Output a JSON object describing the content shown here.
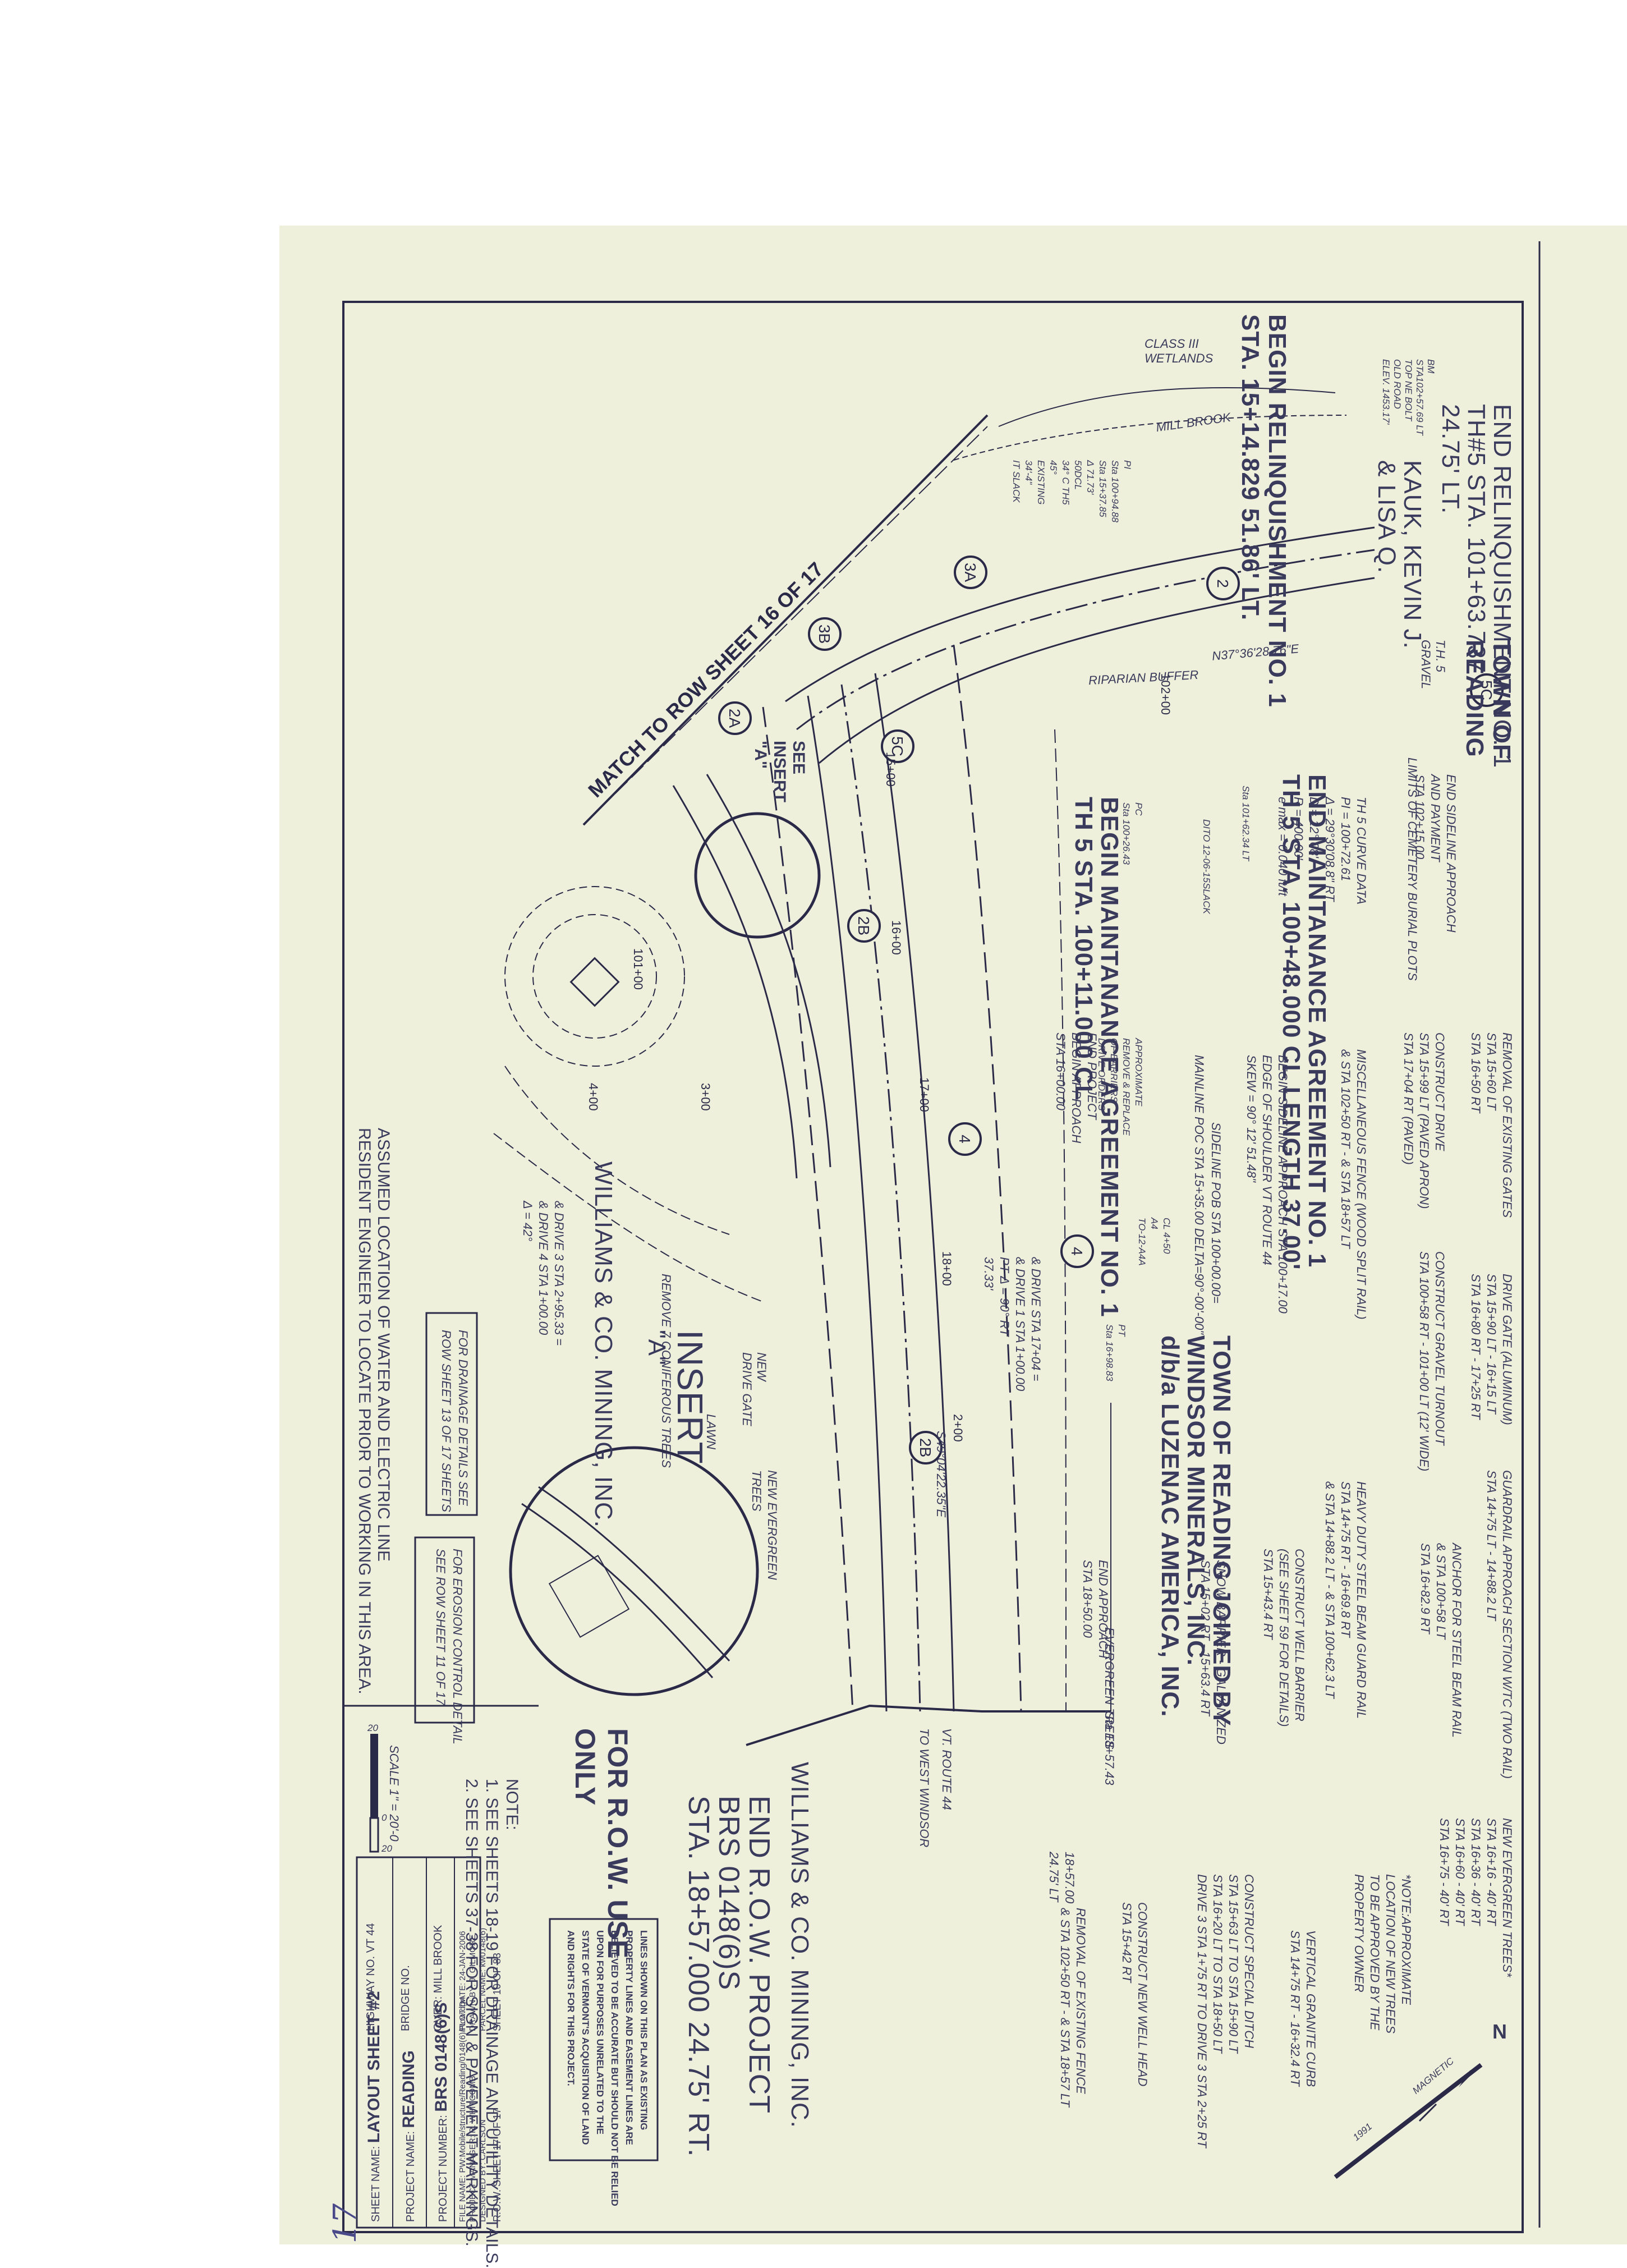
{
  "sheet": {
    "title_block": {
      "sheet_name_label": "SHEET NAME:",
      "sheet_name": "LAYOUT SHEET #2",
      "project_name_label": "PROJECT NAME:",
      "project_name": "READING",
      "project_number_label": "PROJECT NUMBER:",
      "project_number": "BRS 0148(6)S",
      "highway_no": "HIGHWAY NO.   VT 44",
      "bridge_no": "BRIDGE NO.",
      "over": "OVER: MILL BROOK",
      "file_name": "FILE NAME: PW:Mobile/structure/Reading/0148(6)/Row.dgn",
      "plot_date": "PLOT DATE: 24-JAN-2006",
      "project_manager": "PROJECT MANAGER: R. WHITCOMB",
      "drawn_by": "DRAWN BY: J. GILMORE",
      "designed_by": "DESIGNED BY:   CARLSON",
      "parcel_name": "PARCEL NAME: kw0148(6)",
      "row_sheet": "R.O.W. SHEET 17 OF 17",
      "sheet_of": "SHEET 10 OF 83"
    },
    "notes": {
      "label": "NOTE:",
      "items": [
        "1.  SEE SHEETS 18-19 FOR DRAINAGE AND UTILITY DETAILS.",
        "2.  SEE SHEETS 37-38 FOR SIGN & PAVEMENT MARKINGS."
      ]
    },
    "disclaimer": [
      "LINES SHOWN ON THIS PLAN AS EXISTING",
      "PROPERTY LINES AND EASEMENT LINES ARE",
      "BELIEVED TO BE ACCURATE BUT SHOULD NOT BE RELIED",
      "UPON FOR PURPOSES UNRELATED TO THE",
      "STATE OF VERMONT'S ACQUISITION OF LAND",
      "AND RIGHTS FOR THIS PROJECT."
    ],
    "for_row": "FOR R.O.W. USE ONLY",
    "scale": "SCALE 1\" = 20'-0",
    "scale_ticks": [
      "20",
      "0",
      "20"
    ],
    "north": "N",
    "magnetic": "MAGNETIC",
    "magnetic_year": "1991",
    "handwritten_page": "17",
    "end_project": [
      "END R.O.W. PROJECT",
      "BRS 0148(6)S",
      "STA. 18+57.000 24.75' RT."
    ],
    "begin_relinquishment": [
      "BEGIN RELINQUISHMENT NO. 1",
      "STA. 15+14.829   51.86' LT."
    ],
    "end_relinquishment": [
      "END RELINQUISHMENT NO. 1",
      "TH#5 STA. 101+63.737",
      "24.75' LT."
    ],
    "town_of_reading": [
      "TOWN OF",
      "READING"
    ],
    "begin_maintenance": [
      "BEGIN MAINTANANCE AGREEMENT NO. 1",
      "TH 5 STA. 100+11.000 CL"
    ],
    "end_maintenance": [
      "END MAINTANANCE AGREEMENT NO. 1",
      "TH 5 STA. 100+48.000 CL   LENGTH 37.00'"
    ],
    "match_line": "MATCH TO ROW SHEET 16 OF 17",
    "insert_a": [
      "INSERT",
      "\"A\""
    ],
    "see_insert": [
      "SEE",
      "INSERT",
      "\"A\""
    ],
    "owners": {
      "williams_1": [
        "WILLIAMS & CO. MINING, INC."
      ],
      "williams_2": [
        "WILLIAMS & CO. MINING, INC."
      ],
      "town_joined": [
        "TOWN OF READING JOINED BY",
        "WINDSOR MINERALS, INC.",
        "d/b/a LUZENAC AMERICA, INC."
      ],
      "kauk": [
        "KAUK, KEVIN J.",
        "& LISA Q."
      ]
    },
    "side_notes": {
      "th5_curve": [
        "TH 5 CURVE DATA",
        "PI = 100+72.61",
        "Δ = 29°30'08.8\" RT",
        "D = 12° 08'",
        "R = 400.00'",
        "e max = 0.040 ft/ft"
      ],
      "end_sideline": [
        "END SIDELINE APPROACH",
        "AND PAYMENT",
        "STA 102+15.00"
      ],
      "cemetery": "LIMITS OF CEMETERY BURIAL PLOTS",
      "removal_gates": [
        "REMOVAL OF EXISTING GATES",
        "STA 15+60 LT",
        "STA 16+50 RT"
      ],
      "construct_drive": [
        "CONSTRUCT DRIVE",
        "STA 15+99 LT (PAVED APRON)",
        "STA 17+04 RT (PAVED)"
      ],
      "misc_fence": [
        "MISCELLANEOUS FENCE (WOOD SPLIT RAIL)",
        "& STA 102+50 RT - & STA 18+57 LT"
      ],
      "drive_gate": [
        "DRIVE GATE (ALUMINUM)",
        "STA 15+90 LT - 16+15 LT",
        "STA 16+80 RT - 17+25 RT"
      ],
      "gravel_turnout": [
        "CONSTRUCT GRAVEL TURNOUT",
        "STA 100+58 RT - 101+00 LT (12' WIDE)"
      ],
      "guardrail": [
        "GUARDRAIL APPROACH SECTION W/TC (TWO RAIL)",
        "STA 14+75 LT - 14+88.2 LT"
      ],
      "anchor": [
        "ANCHOR FOR STEEL BEAM RAIL",
        "& STA 100+58 LT",
        "STA 16+82.9 RT"
      ],
      "heavy_duty": [
        "HEAVY DUTY STEEL BEAM GUARD RAIL",
        "STA 14+75 RT - 16+69.8 RT",
        "& STA 14+88.2 LT - & STA 100+62.3 LT"
      ],
      "well_barrier": [
        "CONSTRUCT WELL BARRIER",
        "(SEE SHEET 59 FOR DETAILS)",
        "STA 15+43.4 RT"
      ],
      "snow_barrier": [
        "SNOW BARRIER - GALVANIZED",
        "STA 15+02 RT - 15+63.4 RT"
      ],
      "sideline": [
        "BEGIN SIDELINE APPROACH STA 100+17.00",
        "EDGE OF SHOULDER VT ROUTE 44",
        "SKEW = 90° 12' 51.48\""
      ],
      "sideline_pob": "SIDELINE POB STA 100+00.00=",
      "mainline_poc": "MAINLINE POC STA 15+35.00 DELTA=90°-00'-00\"",
      "evergreen": [
        "NEW EVERGREEN TREES*",
        "STA 16+16 - 40' RT",
        "STA 16+36 - 40' RT",
        "STA 16+60 - 40' RT",
        "STA 16+75 - 40' RT"
      ],
      "approx_note": [
        "*NOTE:APPROXIMATE",
        "LOCATION OF NEW TREES",
        "TO BE APPROVED BY THE",
        "PROPERTY OWNER"
      ],
      "vertical_curb": [
        "VERTICAL GRANITE CURB",
        "STA 14+75 RT - 16+32.4 RT"
      ],
      "special_ditch": [
        "CONSTRUCT SPECIAL DITCH",
        "STA 15+63 LT TO STA 15+90 LT",
        "STA 16+20 LT TO STA 18+50 LT",
        "DRIVE 3 STA 1+75 RT TO DRIVE 3 STA 2+25 RT"
      ],
      "well_head": [
        "CONSTRUCT NEW WELL HEAD",
        "STA 15+42 RT"
      ],
      "removal_fence": [
        "REMOVAL OF EXISTING FENCE",
        "& STA 102+50 RT - & STA 18+57 LT"
      ],
      "water_line": [
        "ASSUMED LOCATION OF WATER AND ELECTRIC LINE",
        "RESIDENT ENGINEER TO LOCATE PRIOR TO WORKING IN THIS AREA."
      ],
      "drainage": [
        "FOR DRAINAGE DETAILS SEE",
        "ROW SHEET 13 OF 17 SHEETS"
      ],
      "erosion": [
        "FOR EROSION CONTROL DETAIL",
        "SEE ROW SHEET 11 OF 17"
      ],
      "drive3": [
        "& DRIVE 3 STA 2+95.33 =",
        "& DRIVE 4 STA 1+00.00",
        "Δ = 42°"
      ],
      "drive1": [
        "& DRIVE STA 17+04 =",
        "& DRIVE 1 STA 1+00.00",
        "PT Δ = 90° RT",
        "37.33'"
      ],
      "end_approach": [
        "END APPROACH",
        "STA 18+50.00"
      ],
      "end_project_small": [
        "END PROJECT",
        "BEGIN APPROACH",
        "STA 16+00.00"
      ],
      "evergreen_label": "EVERGREEN TREES",
      "to_west_windsor": "TO WEST WINDSOR",
      "vt_route": "VT. ROUTE 44",
      "sta_18_57_43": "Sta 18+57.43",
      "sta_18_57": [
        "18+57.00",
        "24.75' LT"
      ],
      "bearing": "S49°04'22.35\"E",
      "new_evergreen_trees": [
        "NEW EVERGREEN",
        "TREES"
      ],
      "wetlands": [
        "CLASS III",
        "WETLANDS"
      ],
      "mill_brook": "MILL BROOK",
      "riparian": "RIPARIAN BUFFER",
      "bearing_n": "N37°36'28.76\"E",
      "gravel": [
        "T.H. 5",
        "GRAVEL"
      ],
      "remove_conifers": "REMOVE 7 CONIFEROUS TREES",
      "new_drive_gate": [
        "NEW",
        "DRIVE GATE"
      ],
      "lawn": "LAWN",
      "bm": [
        "BM",
        "STA102+57.69 LT",
        "TOP NE BOLT",
        "OLD ROAD",
        "ELEV. 1453.17'"
      ],
      "sta_pi": [
        "PI",
        "Sta 100+94.88",
        "Sta 15+37.85",
        "Δ 71.73'",
        "50DCL",
        "34° C TH5",
        "45°",
        "EXISTING",
        "34'-4\"",
        "IT SLACK"
      ],
      "sta_pc": [
        "PC",
        "Sta 100+26.43"
      ],
      "sta_pt": [
        "PT",
        "Sta 16+98.83"
      ],
      "sta_pob": "Sta 101+62.34 LT",
      "dito": "DITO 12-06-15SLACK",
      "approx_lot": [
        "APPROXIMATE",
        "REMOVE & REPLACE",
        "OF BARRIERS",
        "DRIVE ORDERS"
      ],
      "cl_4": [
        "CL 4+50",
        "A4",
        "TO-12-A4A"
      ]
    },
    "circle_labels": [
      "5C",
      "3A",
      "3B",
      "2A",
      "5C",
      "2B",
      "4",
      "4",
      "2B",
      "2"
    ],
    "stations": [
      "15+00",
      "16+00",
      "17+00",
      "18+00",
      "2+00",
      "3+00",
      "4+00",
      "101+00",
      "102+00"
    ],
    "colors": {
      "paper": "#eef0dc",
      "ink": "#3a3a5c",
      "border": "#2a2a48",
      "handwriting": "#4a4a8a",
      "stamp": "#c04040"
    }
  }
}
